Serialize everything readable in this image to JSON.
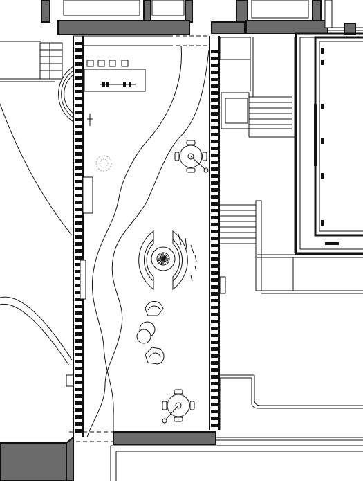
{
  "plan": {
    "colors": {
      "wall": "#6b6b6b",
      "line": "#111111",
      "background": "#ffffff",
      "shrub": "#9a9a9a"
    },
    "furniture": {
      "dining_sets": 2,
      "chairs_per_dining_set": 4,
      "lounge_chairs": 2,
      "fire_pit": 1,
      "curved_benches": 2,
      "planter_boxes": 4
    }
  }
}
